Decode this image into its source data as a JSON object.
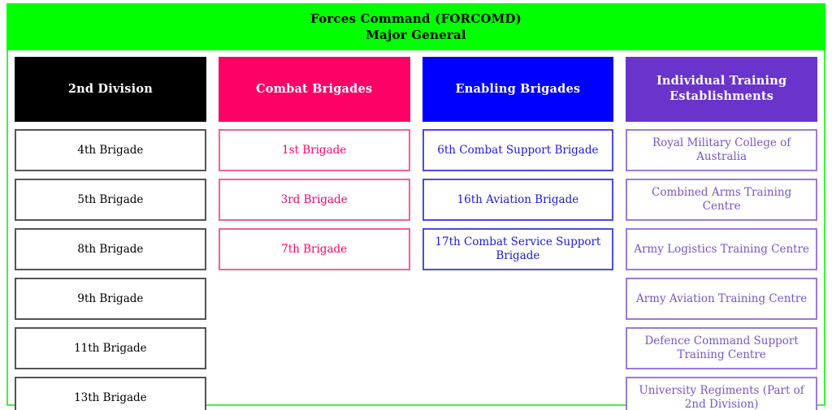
{
  "command": {
    "title": "Forces Command (FORCOMD)",
    "rank": "Major General",
    "banner_color": "#00FF00",
    "text_color": "#000000"
  },
  "frame": {
    "border_color": "#44EE44"
  },
  "columns": [
    {
      "key": "division",
      "header": "2nd Division",
      "header_bg": "#000000",
      "header_text": "#FFFFFF",
      "cell_border": "#555555",
      "cell_text": "#000000",
      "items": [
        "4th Brigade",
        "5th Brigade",
        "8th Brigade",
        "9th Brigade",
        "11th Brigade",
        "13th Brigade"
      ]
    },
    {
      "key": "combat",
      "header": "Combat Brigades",
      "header_bg": "#FF0066",
      "header_text": "#FFFFFF",
      "cell_border": "#F06292",
      "cell_text": "#FF0066",
      "items": [
        "1st Brigade",
        "3rd Brigade",
        "7th Brigade"
      ]
    },
    {
      "key": "enabling",
      "header": "Enabling Brigades",
      "header_bg": "#0000FF",
      "header_text": "#FFFFFF",
      "cell_border": "#4B4BE0",
      "cell_text": "#1A1AE0",
      "items": [
        "6th Combat Support Brigade",
        "16th Aviation Brigade",
        "17th Combat Service Support Brigade"
      ]
    },
    {
      "key": "individual",
      "header": "Individual Training Establishments",
      "header_bg": "#6A33CC",
      "header_text": "#FFFFFF",
      "cell_border": "#9B7BD8",
      "cell_text": "#7A55C8",
      "items": [
        "Royal Military College of Australia",
        "Combined Arms Training Centre",
        "Army Logistics Training Centre",
        "Army Aviation Training Centre",
        "Defence Command Support Training Centre",
        "University Regiments (Part of 2nd Division)"
      ]
    }
  ]
}
